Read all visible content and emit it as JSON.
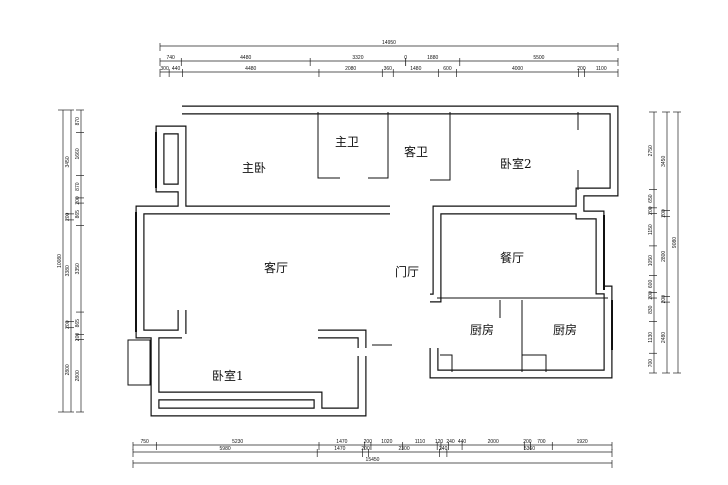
{
  "rooms": {
    "master_bedroom": "主卧",
    "master_bath": "主卫",
    "guest_bath": "客卫",
    "bedroom2": "卧室2",
    "living_room": "客厅",
    "foyer": "门厅",
    "dining": "餐厅",
    "kitchen_a": "厨房",
    "kitchen_b": "厨房",
    "bedroom1": "卧室1"
  },
  "dims": {
    "top_total": "14950",
    "top_row1": [
      "740",
      "4480",
      "3320",
      "0",
      "1880",
      "5500"
    ],
    "top_row2": [
      "300",
      "440",
      "4480",
      "2080",
      "360",
      "1480",
      "600",
      "4000",
      "200",
      "1100"
    ],
    "bottom_total": "15450",
    "bottom_row1": [
      "750",
      "5230",
      "1470",
      "200",
      "1020",
      "1110",
      "120",
      "240",
      "440",
      "2000",
      "200",
      "700",
      "1920"
    ],
    "bottom_row2": [
      "5980",
      "1470",
      "200",
      "2300",
      "240",
      "5360"
    ],
    "left_total": "10080",
    "left_mid": [
      "3450",
      "200",
      "3380",
      "200",
      "2800"
    ],
    "left_inner": [
      "870",
      "1660",
      "870",
      "200",
      "865",
      "3350",
      "865",
      "200",
      "2800"
    ],
    "right_total": "9080",
    "right_mid": [
      "3450",
      "200",
      "2800",
      "200",
      "2480"
    ],
    "right_inner": [
      "2750",
      "650",
      "200",
      "1150",
      "1050",
      "600",
      "200",
      "830",
      "1130",
      "700"
    ]
  }
}
